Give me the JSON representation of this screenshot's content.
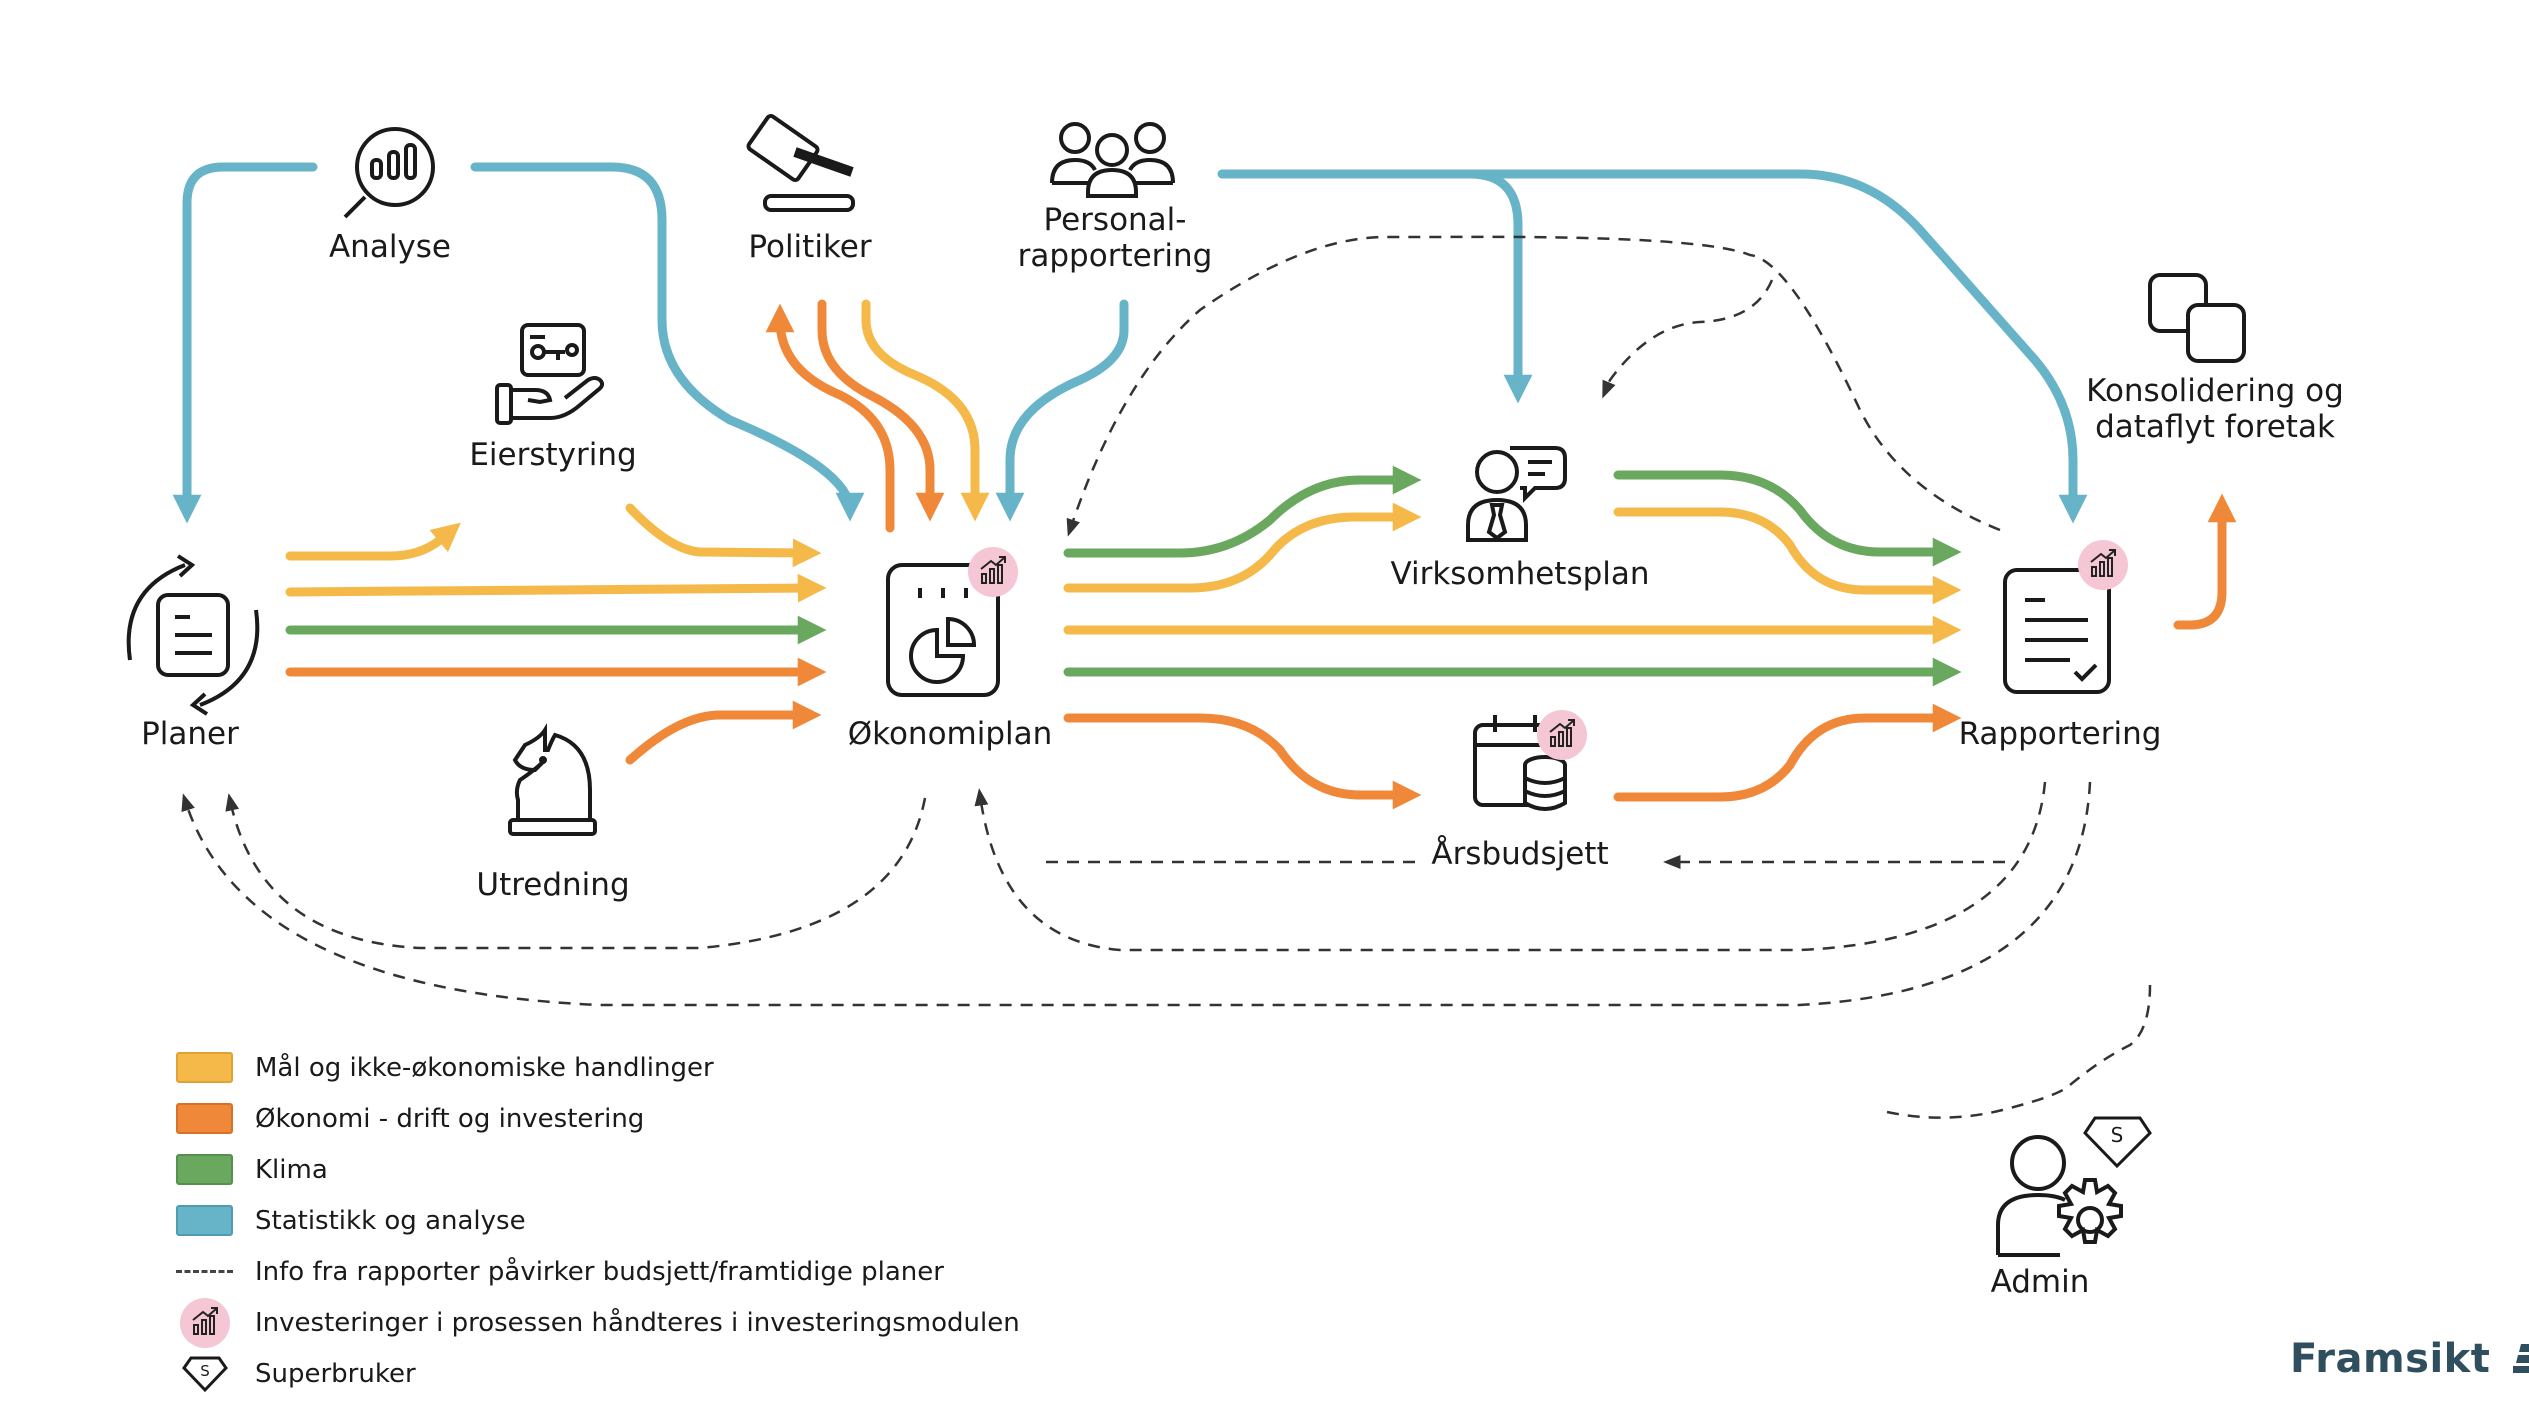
{
  "nodes": {
    "analyse": "Analyse",
    "politiker": "Politiker",
    "personal_line1": "Personal-",
    "personal_line2": "rapportering",
    "eierstyring": "Eierstyring",
    "planer": "Planer",
    "utredning": "Utredning",
    "okonomiplan": "Økonomiplan",
    "virksomhetsplan": "Virksomhetsplan",
    "arsbudsjett": "Årsbudsjett",
    "rapportering": "Rapportering",
    "konsolidering_line1": "Konsolidering og",
    "konsolidering_line2": "dataflyt foretak",
    "admin": "Admin"
  },
  "legend": [
    {
      "label": "Mål og ikke-økonomiske handlinger",
      "color": "#f5b94a"
    },
    {
      "label": "Økonomi - drift og investering",
      "color": "#f0883a"
    },
    {
      "label": "Klima",
      "color": "#6aa860"
    },
    {
      "label": "Statistikk og analyse",
      "color": "#67b3c8"
    },
    {
      "label": "Info fra rapporter påvirker budsjett/framtidige planer"
    },
    {
      "label": "Investeringer i prosessen håndteres i investeringsmodulen"
    },
    {
      "label": "Superbruker"
    }
  ],
  "brand": "Framsikt",
  "icons": {
    "analyse": "magnifier-chart-icon",
    "politiker": "gavel-icon",
    "personal": "people-group-icon",
    "eierstyring": "hand-key-card-icon",
    "planer": "cycle-document-icon",
    "utredning": "chess-knight-icon",
    "okonomiplan": "pie-chart-document-icon",
    "virksomhetsplan": "speaker-person-icon",
    "arsbudsjett": "calendar-database-icon",
    "rapportering": "checklist-document-icon",
    "konsolidering": "overlapping-squares-icon",
    "admin": "user-gear-icon",
    "investment_badge": "investment-badge-icon",
    "superbruker": "diamond-s-icon"
  },
  "colors": {
    "goals": "#f5b94a",
    "economy": "#f0883a",
    "climate": "#6aa860",
    "statistics": "#67b3c8",
    "badge": "#f5c6d3",
    "dash": "#333333"
  }
}
